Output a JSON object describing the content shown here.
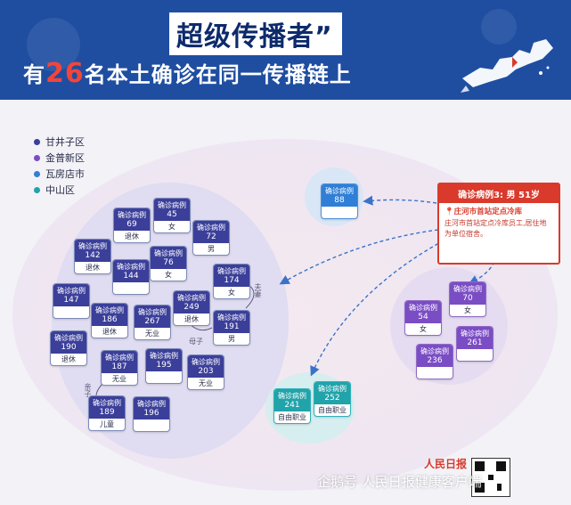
{
  "header": {
    "title_line1": "超级传播者”",
    "title_line2_pre": "有",
    "title_line2_num": "26",
    "title_line2_post": "名本土确诊在同一传播链上"
  },
  "legend": [
    {
      "label": "甘井子区",
      "color": "#3b3f9a"
    },
    {
      "label": "金普新区",
      "color": "#7b4dc4"
    },
    {
      "label": "瓦房店市",
      "color": "#2f7fd6"
    },
    {
      "label": "中山区",
      "color": "#21a3aa"
    }
  ],
  "case_label": "确诊病例",
  "cases_ganjingzi": [
    {
      "id": "69",
      "occ": "退休"
    },
    {
      "id": "45",
      "occ": "女"
    },
    {
      "id": "72",
      "occ": "男"
    },
    {
      "id": "142",
      "occ": "退休"
    },
    {
      "id": "144",
      "occ": ""
    },
    {
      "id": "76",
      "occ": "女"
    },
    {
      "id": "174",
      "occ": "女"
    },
    {
      "id": "147",
      "occ": ""
    },
    {
      "id": "186",
      "occ": "退休"
    },
    {
      "id": "267",
      "occ": "无业"
    },
    {
      "id": "249",
      "occ": "退休"
    },
    {
      "id": "191",
      "occ": "男"
    },
    {
      "id": "190",
      "occ": "退休"
    },
    {
      "id": "187",
      "occ": "无业"
    },
    {
      "id": "195",
      "occ": ""
    },
    {
      "id": "203",
      "occ": "无业"
    },
    {
      "id": "189",
      "occ": "儿童"
    },
    {
      "id": "196",
      "occ": ""
    }
  ],
  "case_wafangdian": {
    "id": "88",
    "occ": ""
  },
  "cases_jinpu": [
    {
      "id": "70",
      "occ": "女"
    },
    {
      "id": "54",
      "occ": "女"
    },
    {
      "id": "261",
      "occ": ""
    },
    {
      "id": "236",
      "occ": ""
    }
  ],
  "cases_zhongshan": [
    {
      "id": "241",
      "occ": "自由职业"
    },
    {
      "id": "252",
      "occ": "自由职业"
    }
  ],
  "relations": {
    "spouse": "夫妻",
    "mother_son": "母子",
    "parent_child": "亲子"
  },
  "source_case": {
    "header": "确诊病例3: 男 51岁",
    "location": "庄河市首站定点冷库",
    "desc": "庄河市首站定点冷库员工,居住地为单位宿舍。"
  },
  "footer": {
    "watermark": "企鹅号 人民日报健康客户端",
    "logo_text": "人民日报"
  }
}
